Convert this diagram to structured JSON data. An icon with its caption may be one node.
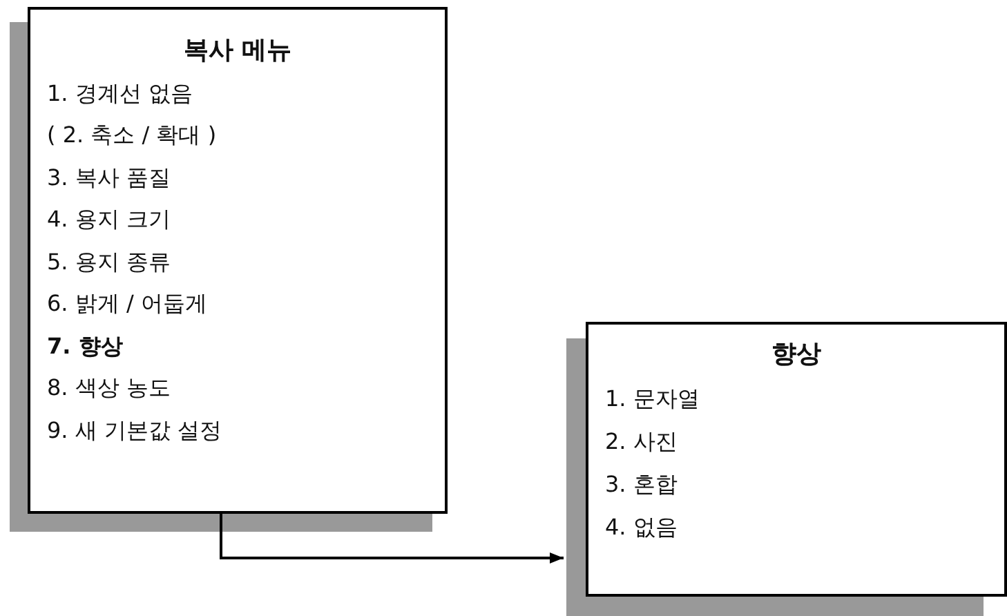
{
  "diagram": {
    "nodes": [
      {
        "text": [
          "복사 메뉴",
          "1. 경계선 없음",
          "( 2. 축소 / 확대 )",
          "3. 복사 품질",
          "4. 용지 크기",
          "5. 용지 종류",
          "6. 밝게 / 어둡게",
          "**7. 향상**",
          "8. 색상 농도",
          "9. 새 기본값 설정"
        ]
      },
      {
        "text": [
          "향상",
          "1. 문자열",
          "2. 사진",
          "3. 혼합",
          "4. 없음"
        ]
      }
    ],
    "edges": [
      {
        "from": 0,
        "to": 1,
        "arrow": "to"
      }
    ]
  }
}
